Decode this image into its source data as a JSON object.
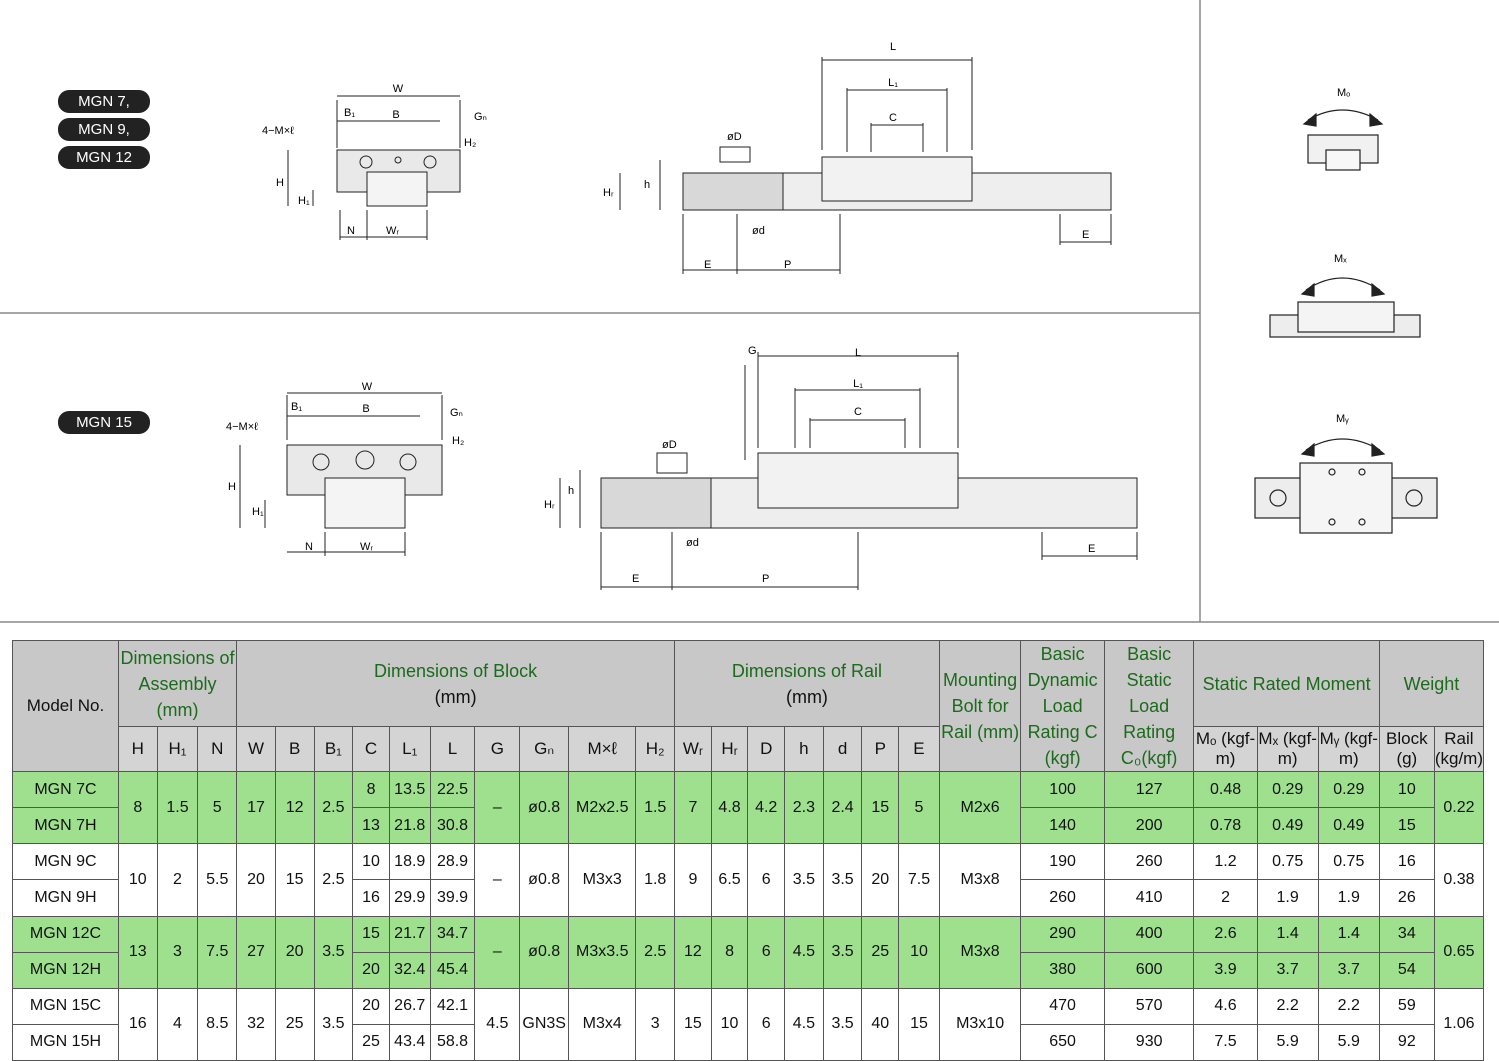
{
  "badges": [
    "MGN 7,",
    "MGN 9,",
    "MGN 12",
    "MGN 15"
  ],
  "drawing_labels": {
    "w": "W",
    "b": "B",
    "b1": "B₁",
    "gn": "Gₙ",
    "bolt": "4−M×ℓ",
    "h2": "H₂",
    "h": "H",
    "h1": "H₁",
    "n": "N",
    "wr": "Wᵣ",
    "l": "L",
    "l1": "L₁",
    "c": "C",
    "od": "øD",
    "hr": "Hᵣ",
    "hs": "h",
    "d": "ød",
    "e": "E",
    "p": "P",
    "g": "G",
    "mo": "Mₒ",
    "mx": "Mₓ",
    "my": "Mᵧ"
  },
  "table": {
    "header": {
      "model": "Model No.",
      "assembly": "Dimensions of Assembly (mm)",
      "block": "Dimensions of Block",
      "block_unit": "(mm)",
      "rail": "Dimensions of Rail",
      "rail_unit": "(mm)",
      "bolt": "Mounting Bolt for Rail (mm)",
      "dyn": "Basic Dynamic Load Rating C (kgf)",
      "stat": "Basic Static Load Rating C₀(kgf)",
      "moment": "Static Rated Moment",
      "weight": "Weight",
      "mo": "Mₒ (kgf-m)",
      "mx": "Mₓ (kgf-m)",
      "my": "Mᵧ (kgf-m)",
      "block_w": "Block (g)",
      "rail_w": "Rail (kg/m)",
      "cols": [
        "H",
        "H₁",
        "N",
        "W",
        "B",
        "B₁",
        "C",
        "L₁",
        "L",
        "G",
        "Gₙ",
        "M×ℓ",
        "H₂",
        "Wᵣ",
        "Hᵣ",
        "D",
        "h",
        "d",
        "P",
        "E"
      ]
    },
    "groups": [
      {
        "models": [
          "MGN 7C",
          "MGN 7H"
        ],
        "H": "8",
        "H1": "1.5",
        "N": "5",
        "W": "17",
        "B": "12",
        "B1": "2.5",
        "C": [
          "8",
          "13"
        ],
        "L1": [
          "13.5",
          "21.8"
        ],
        "L": [
          "22.5",
          "30.8"
        ],
        "G": "–",
        "Gn": "ø0.8",
        "Ml": "M2x2.5",
        "H2": "1.5",
        "WR": "7",
        "HR": "4.8",
        "D": "4.2",
        "h": "2.3",
        "d": "2.4",
        "P": "15",
        "E": "5",
        "bolt": "M2x6",
        "dyn": [
          "100",
          "140"
        ],
        "stat": [
          "127",
          "200"
        ],
        "Mo": [
          "0.48",
          "0.78"
        ],
        "Mx": [
          "0.29",
          "0.49"
        ],
        "My": [
          "0.29",
          "0.49"
        ],
        "block": [
          "10",
          "15"
        ],
        "rail": "0.22"
      },
      {
        "models": [
          "MGN 9C",
          "MGN 9H"
        ],
        "H": "10",
        "H1": "2",
        "N": "5.5",
        "W": "20",
        "B": "15",
        "B1": "2.5",
        "C": [
          "10",
          "16"
        ],
        "L1": [
          "18.9",
          "29.9"
        ],
        "L": [
          "28.9",
          "39.9"
        ],
        "G": "–",
        "Gn": "ø0.8",
        "Ml": "M3x3",
        "H2": "1.8",
        "WR": "9",
        "HR": "6.5",
        "D": "6",
        "h": "3.5",
        "d": "3.5",
        "P": "20",
        "E": "7.5",
        "bolt": "M3x8",
        "dyn": [
          "190",
          "260"
        ],
        "stat": [
          "260",
          "410"
        ],
        "Mo": [
          "1.2",
          "2"
        ],
        "Mx": [
          "0.75",
          "1.9"
        ],
        "My": [
          "0.75",
          "1.9"
        ],
        "block": [
          "16",
          "26"
        ],
        "rail": "0.38"
      },
      {
        "models": [
          "MGN 12C",
          "MGN 12H"
        ],
        "H": "13",
        "H1": "3",
        "N": "7.5",
        "W": "27",
        "B": "20",
        "B1": "3.5",
        "C": [
          "15",
          "20"
        ],
        "L1": [
          "21.7",
          "32.4"
        ],
        "L": [
          "34.7",
          "45.4"
        ],
        "G": "–",
        "Gn": "ø0.8",
        "Ml": "M3x3.5",
        "H2": "2.5",
        "WR": "12",
        "HR": "8",
        "D": "6",
        "h": "4.5",
        "d": "3.5",
        "P": "25",
        "E": "10",
        "bolt": "M3x8",
        "dyn": [
          "290",
          "380"
        ],
        "stat": [
          "400",
          "600"
        ],
        "Mo": [
          "2.6",
          "3.9"
        ],
        "Mx": [
          "1.4",
          "3.7"
        ],
        "My": [
          "1.4",
          "3.7"
        ],
        "block": [
          "34",
          "54"
        ],
        "rail": "0.65"
      },
      {
        "models": [
          "MGN 15C",
          "MGN 15H"
        ],
        "H": "16",
        "H1": "4",
        "N": "8.5",
        "W": "32",
        "B": "25",
        "B1": "3.5",
        "C": [
          "20",
          "25"
        ],
        "L1": [
          "26.7",
          "43.4"
        ],
        "L": [
          "42.1",
          "58.8"
        ],
        "G": "4.5",
        "Gn": "GN3S",
        "Ml": "M3x4",
        "H2": "3",
        "WR": "15",
        "HR": "10",
        "D": "6",
        "h": "4.5",
        "d": "3.5",
        "P": "40",
        "E": "15",
        "bolt": "M3x10",
        "dyn": [
          "470",
          "650"
        ],
        "stat": [
          "570",
          "930"
        ],
        "Mo": [
          "4.6",
          "7.5"
        ],
        "Mx": [
          "2.2",
          "5.9"
        ],
        "My": [
          "2.2",
          "5.9"
        ],
        "block": [
          "59",
          "92"
        ],
        "rail": "1.06"
      }
    ]
  }
}
